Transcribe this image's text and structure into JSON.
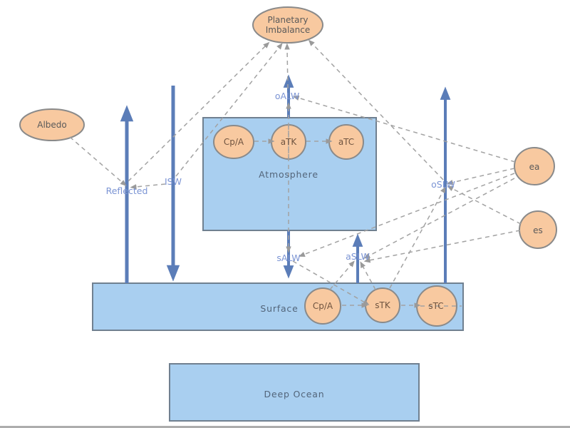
{
  "colors": {
    "stock_fill": "#a9cff0",
    "stock_border": "#708090",
    "node_fill": "#f8c9a0",
    "node_border": "#8a8a8a",
    "flow_blue": "#5b7db8",
    "flow_label_blue": "#7b94d4",
    "link_gray": "#a2a2a2",
    "stock_label_text": "#53657a",
    "node_label_text": "#6f5440"
  },
  "nodes": {
    "planetary_imbalance": {
      "label_line1": "Planetary",
      "label_line2": "Imbalance"
    },
    "albedo": {
      "label": "Albedo"
    },
    "ea": {
      "label": "ea"
    },
    "es": {
      "label": "es"
    },
    "cp_a_atmosphere": {
      "label": "Cp/A"
    },
    "atk": {
      "label": "aTK"
    },
    "atc": {
      "label": "aTC"
    },
    "cp_a_surface": {
      "label": "Cp/A"
    },
    "stk": {
      "label": "sTK"
    },
    "stc": {
      "label": "sTC"
    }
  },
  "stocks": {
    "atmosphere": {
      "label": "Atmosphere"
    },
    "surface": {
      "label": "Surface"
    },
    "deep_ocean": {
      "label": "Deep Ocean"
    }
  },
  "flows": {
    "reflected": {
      "label": "Reflected",
      "direction": "up"
    },
    "isw": {
      "label": "ISW",
      "direction": "down"
    },
    "oalw": {
      "label": "oALW",
      "direction": "up"
    },
    "salw": {
      "label": "sALW",
      "direction": "down"
    },
    "aslw": {
      "label": "aSLW",
      "direction": "up"
    },
    "oslw": {
      "label": "oSLW",
      "direction": "up"
    }
  },
  "links": [
    {
      "from": "Albedo",
      "to": "Reflected"
    },
    {
      "from": "ISW",
      "to": "Reflected"
    },
    {
      "from": "Reflected",
      "to": "Planetary Imbalance"
    },
    {
      "from": "ISW",
      "to": "Planetary Imbalance"
    },
    {
      "from": "oALW",
      "to": "Planetary Imbalance"
    },
    {
      "from": "oSLW",
      "to": "Planetary Imbalance"
    },
    {
      "from": "ea",
      "to": "oALW"
    },
    {
      "from": "ea",
      "to": "oSLW"
    },
    {
      "from": "ea",
      "to": "sALW"
    },
    {
      "from": "ea",
      "to": "aSLW"
    },
    {
      "from": "es",
      "to": "oSLW"
    },
    {
      "from": "es",
      "to": "aSLW"
    },
    {
      "from": "Cp/A",
      "to": "aTK"
    },
    {
      "from": "aTK",
      "to": "aTC"
    },
    {
      "from": "aTK",
      "to": "oALW"
    },
    {
      "from": "aTK",
      "to": "sALW"
    },
    {
      "from": "sTK",
      "to": "aSLW"
    },
    {
      "from": "sTK",
      "to": "oSLW"
    },
    {
      "from": "Cp/A",
      "to": "aSLW"
    },
    {
      "from": "sALW",
      "to": "sTK"
    },
    {
      "from": "Cp/A",
      "to": "sTK"
    },
    {
      "from": "sTK",
      "to": "sTC"
    }
  ]
}
